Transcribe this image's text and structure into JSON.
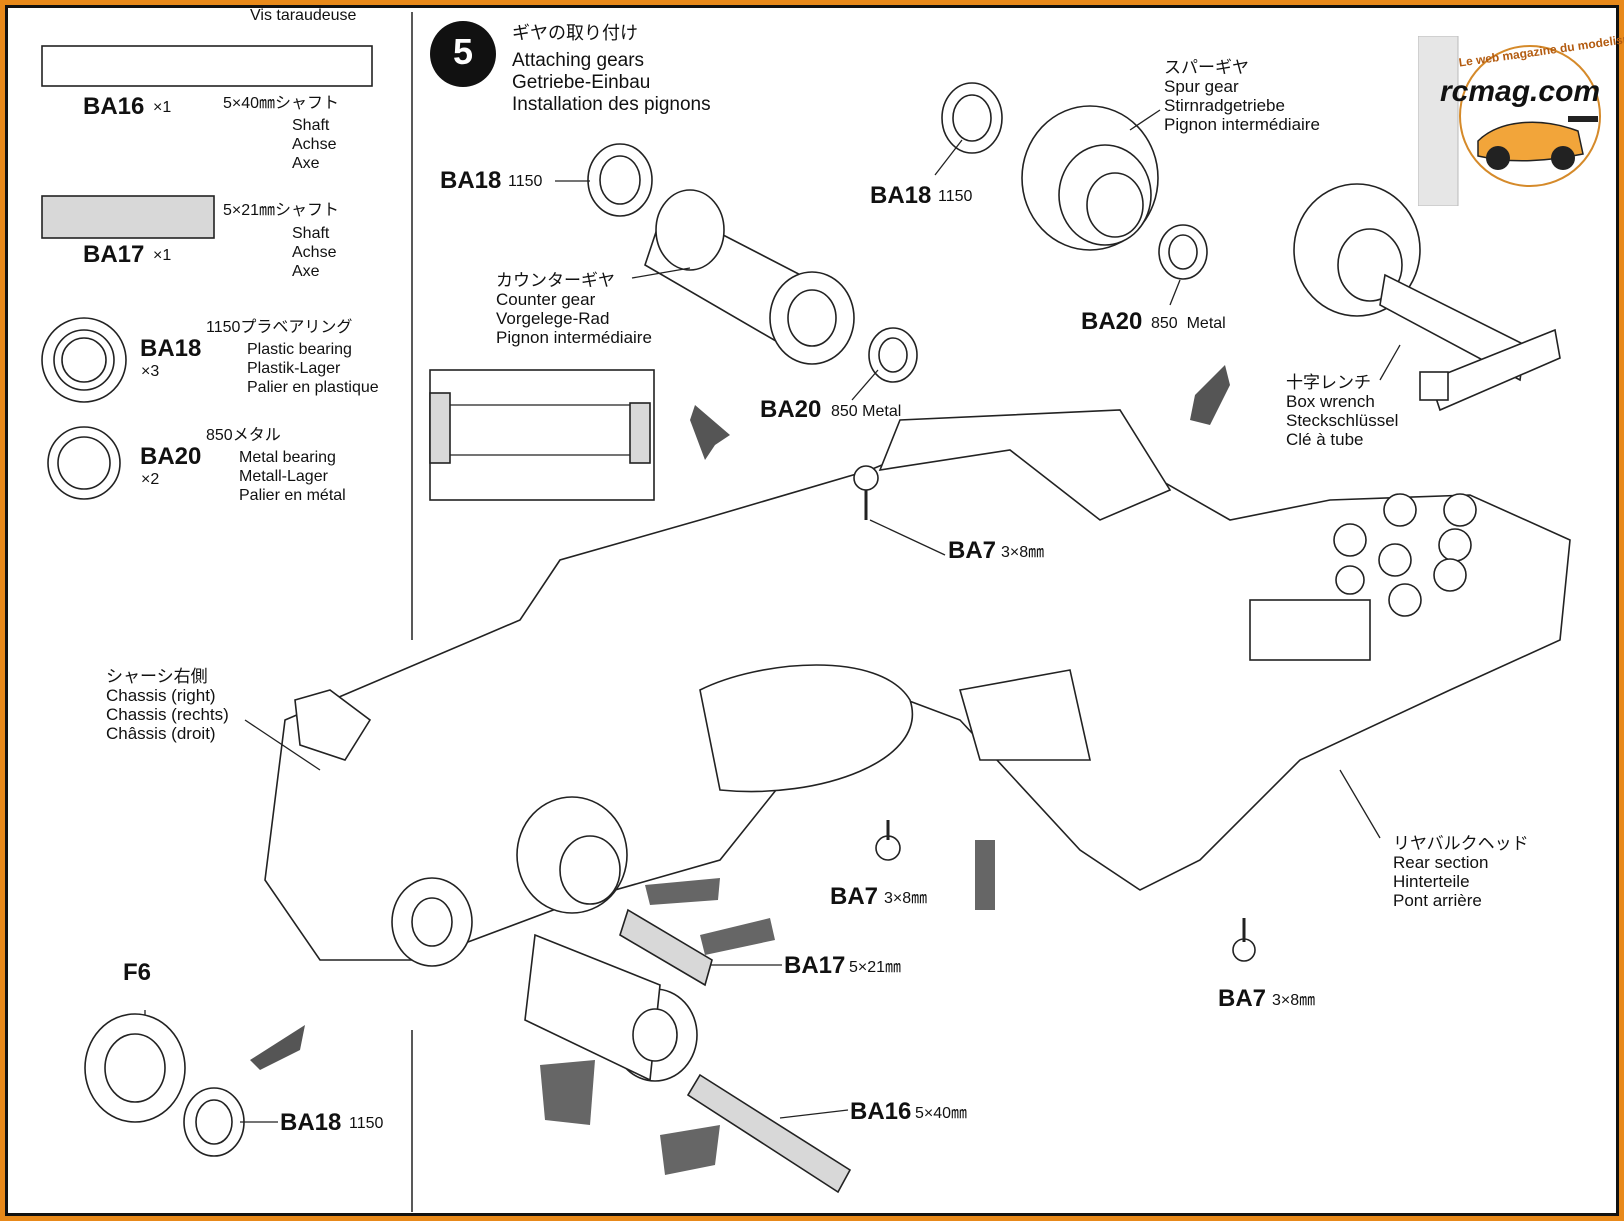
{
  "partial_header": "Vis taraudeuse",
  "parts_list": [
    {
      "code": "BA16",
      "qty": "×1",
      "size": "5×40㎜シャフト",
      "names": [
        "Shaft",
        "Achse",
        "Axe"
      ]
    },
    {
      "code": "BA17",
      "qty": "×1",
      "size": "5×21㎜シャフト",
      "names": [
        "Shaft",
        "Achse",
        "Axe"
      ]
    },
    {
      "code": "BA18",
      "qty": "×3",
      "size": "1150プラベアリング",
      "names": [
        "Plastic bearing",
        "Plastik-Lager",
        "Palier en plastique"
      ]
    },
    {
      "code": "BA20",
      "qty": "×2",
      "size": "850メタル",
      "names": [
        "Metal bearing",
        "Metall-Lager",
        "Palier en métal"
      ]
    }
  ],
  "step": {
    "number": "5",
    "title_jp": "ギヤの取り付け",
    "title_en": "Attaching gears",
    "title_de": "Getriebe-Einbau",
    "title_fr": "Installation des pignons"
  },
  "callouts": {
    "ba18_left": {
      "code": "BA18",
      "spec": "1150"
    },
    "ba18_right": {
      "code": "BA18",
      "spec": "1150"
    },
    "ba18_bottom": {
      "code": "BA18",
      "spec": "1150"
    },
    "ba20_left": {
      "code": "BA20",
      "spec": "850 Metal"
    },
    "ba20_right": {
      "code": "BA20",
      "spec": "850  Metal"
    },
    "ba7_top": {
      "code": "BA7",
      "spec": "3×8㎜"
    },
    "ba7_mid": {
      "code": "BA7",
      "spec": "3×8㎜"
    },
    "ba7_right": {
      "code": "BA7",
      "spec": "3×8㎜"
    },
    "ba17": {
      "code": "BA17",
      "spec": "5×21㎜"
    },
    "ba16": {
      "code": "BA16",
      "spec": "5×40㎜"
    },
    "f6": {
      "code": "F6"
    }
  },
  "labels": {
    "counter_gear": "カウンターギヤ\nCounter gear\nVorgelege-Rad\nPignon intermédiaire",
    "spur_gear": "スパーギヤ\nSpur gear\nStirnradgetriebe\nPignon intermédiaire",
    "box_wrench": "十字レンチ\nBox wrench\nSteckschlüssel\nClé à tube",
    "chassis_right": "シャーシ右側\nChassis (right)\nChassis (rechts)\nChâssis (droit)",
    "rear_section": "リヤバルクヘッド\nRear section\nHinterteile\nPont arrière"
  },
  "watermark": {
    "arc_text": "Le web magazine du modelisme",
    "brand": "rcmag.com"
  },
  "colors": {
    "frame_outer": "#e8891a",
    "frame_inner": "#111111",
    "line_art": "#222222",
    "grease": "#666666"
  }
}
